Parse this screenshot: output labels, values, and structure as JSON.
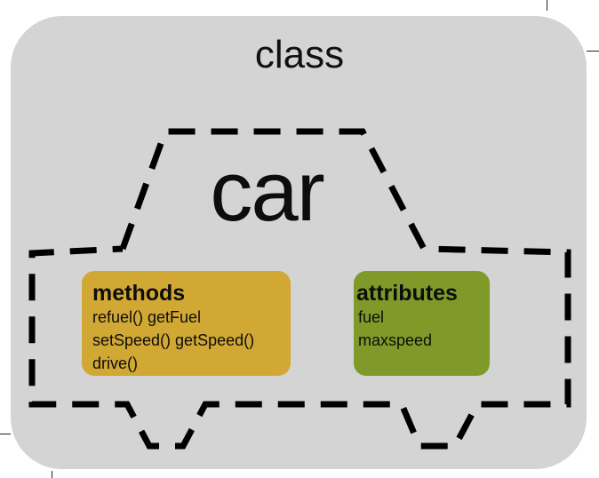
{
  "diagram": {
    "class_label": "class",
    "object_label": "car",
    "methods": {
      "heading": "methods",
      "lines": [
        "refuel() getFuel",
        "setSpeed() getSpeed()",
        "drive()"
      ]
    },
    "attributes": {
      "heading": "attributes",
      "lines": [
        "fuel",
        "maxspeed"
      ]
    }
  },
  "colors": {
    "panel": "#d4d4d4",
    "methods_fill": "#d1a833",
    "attributes_fill": "#7f9a28",
    "outline": "#000000"
  }
}
